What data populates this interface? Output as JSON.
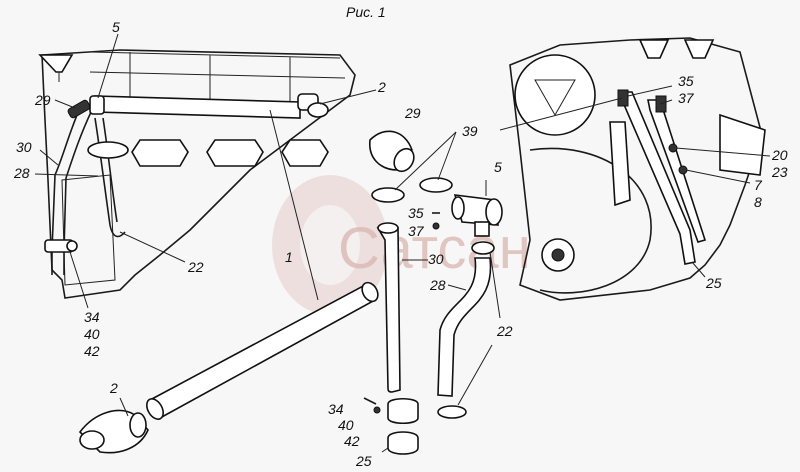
{
  "figure": {
    "caption": "Рис. 1",
    "watermark": "Сатсан"
  },
  "callouts": [
    {
      "id": "c5a",
      "text": "5"
    },
    {
      "id": "c2a",
      "text": "2"
    },
    {
      "id": "c29a",
      "text": "29"
    },
    {
      "id": "c30a",
      "text": "30"
    },
    {
      "id": "c28a",
      "text": "28"
    },
    {
      "id": "c29b",
      "text": "29"
    },
    {
      "id": "c39",
      "text": "39"
    },
    {
      "id": "c5b",
      "text": "5"
    },
    {
      "id": "c35a",
      "text": "35"
    },
    {
      "id": "c37a",
      "text": "37"
    },
    {
      "id": "c22a",
      "text": "22"
    },
    {
      "id": "c1",
      "text": "1"
    },
    {
      "id": "c30b",
      "text": "30"
    },
    {
      "id": "c28b",
      "text": "28"
    },
    {
      "id": "c22b",
      "text": "22"
    },
    {
      "id": "c34a",
      "text": "34"
    },
    {
      "id": "c40a",
      "text": "40"
    },
    {
      "id": "c42a",
      "text": "42"
    },
    {
      "id": "c2b",
      "text": "2"
    },
    {
      "id": "c34b",
      "text": "34"
    },
    {
      "id": "c40b",
      "text": "40"
    },
    {
      "id": "c42b",
      "text": "42"
    },
    {
      "id": "c25a",
      "text": "25"
    },
    {
      "id": "c35b",
      "text": "35"
    },
    {
      "id": "c37b",
      "text": "37"
    },
    {
      "id": "c20",
      "text": "20"
    },
    {
      "id": "c23",
      "text": "23"
    },
    {
      "id": "c7",
      "text": "7"
    },
    {
      "id": "c8",
      "text": "8"
    },
    {
      "id": "c25b",
      "text": "25"
    }
  ]
}
